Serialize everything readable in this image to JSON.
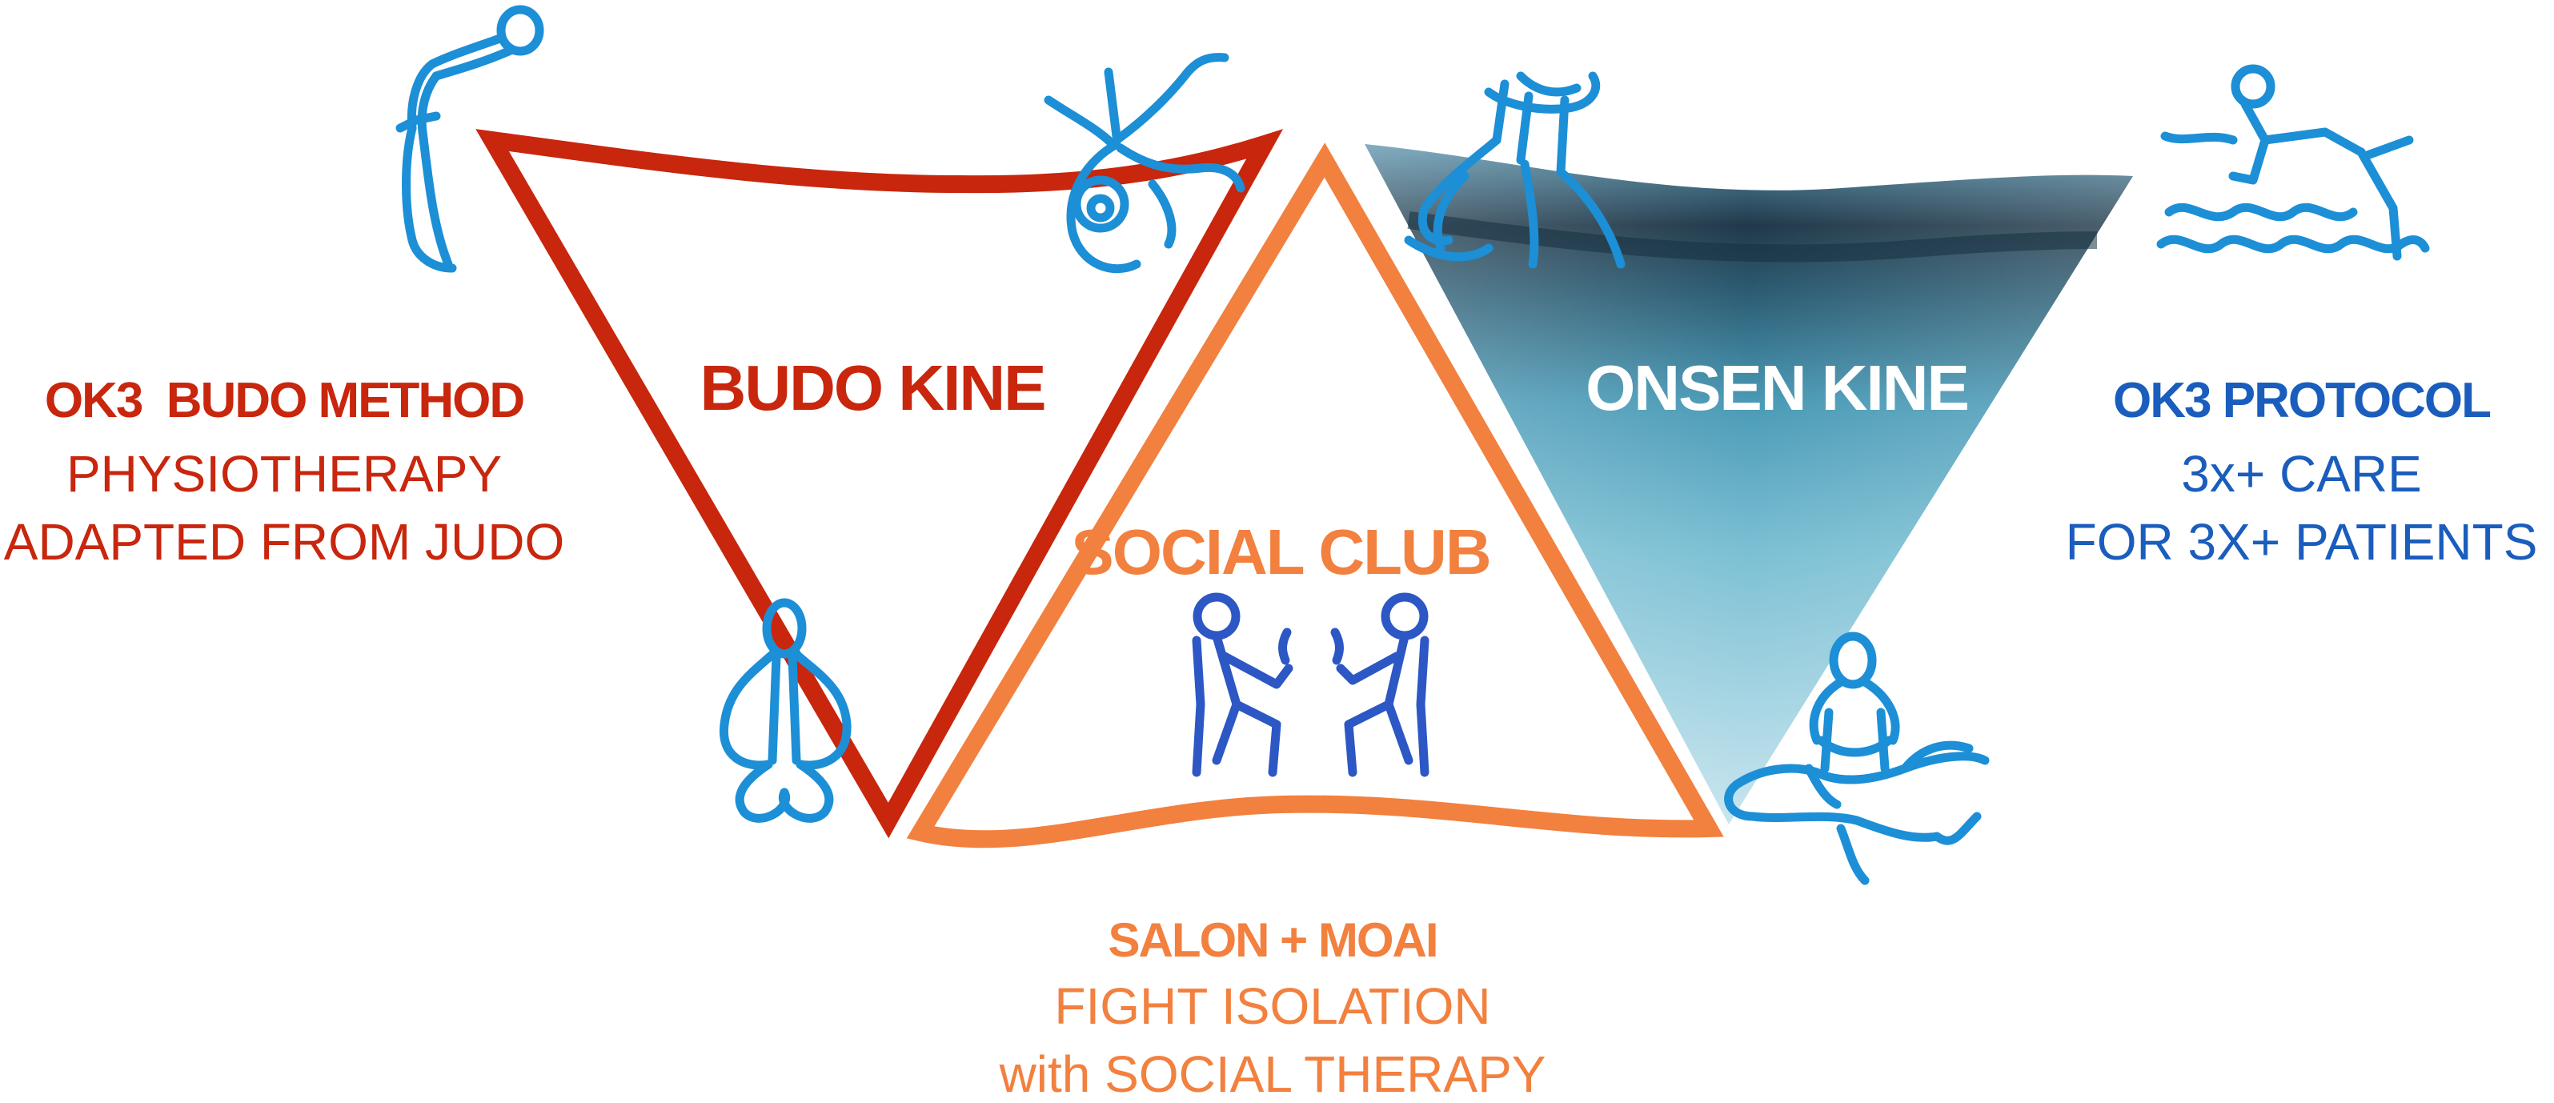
{
  "colors": {
    "budo_red": "#c8260d",
    "social_orange": "#f2803e",
    "onsen_white": "#ffffff",
    "protocol_blue": "#1a5dbd",
    "figure_blue": "#1c8fd6",
    "figure_dark_blue": "#2c57c4",
    "water_dark": "#2a4f62",
    "water_light": "#c4e4ee"
  },
  "triangles": {
    "budo": {
      "label": "BUDO KINE"
    },
    "social": {
      "label": "SOCIAL CLUB"
    },
    "onsen": {
      "label": "ONSEN KINE"
    }
  },
  "left_block": {
    "heading": "OK3  BUDO METHOD",
    "line1": "PHYSIOTHERAPY",
    "line2": "ADAPTED FROM JUDO"
  },
  "right_block": {
    "heading": "OK3 PROTOCOL",
    "line1": "3x+ CARE",
    "line2": "FOR 3X+ PATIENTS"
  },
  "bottom_block": {
    "heading": "SALON + MOAI",
    "line1": "FIGHT ISOLATION",
    "line2": "with SOCIAL THERAPY"
  },
  "icons": [
    "stretching-figure-icon",
    "cartwheel-figure-icon",
    "meditation-figure-icon",
    "two-people-talking-icon",
    "bathing-figure-icon",
    "swimming-figure-icon",
    "floating-figure-icon"
  ]
}
